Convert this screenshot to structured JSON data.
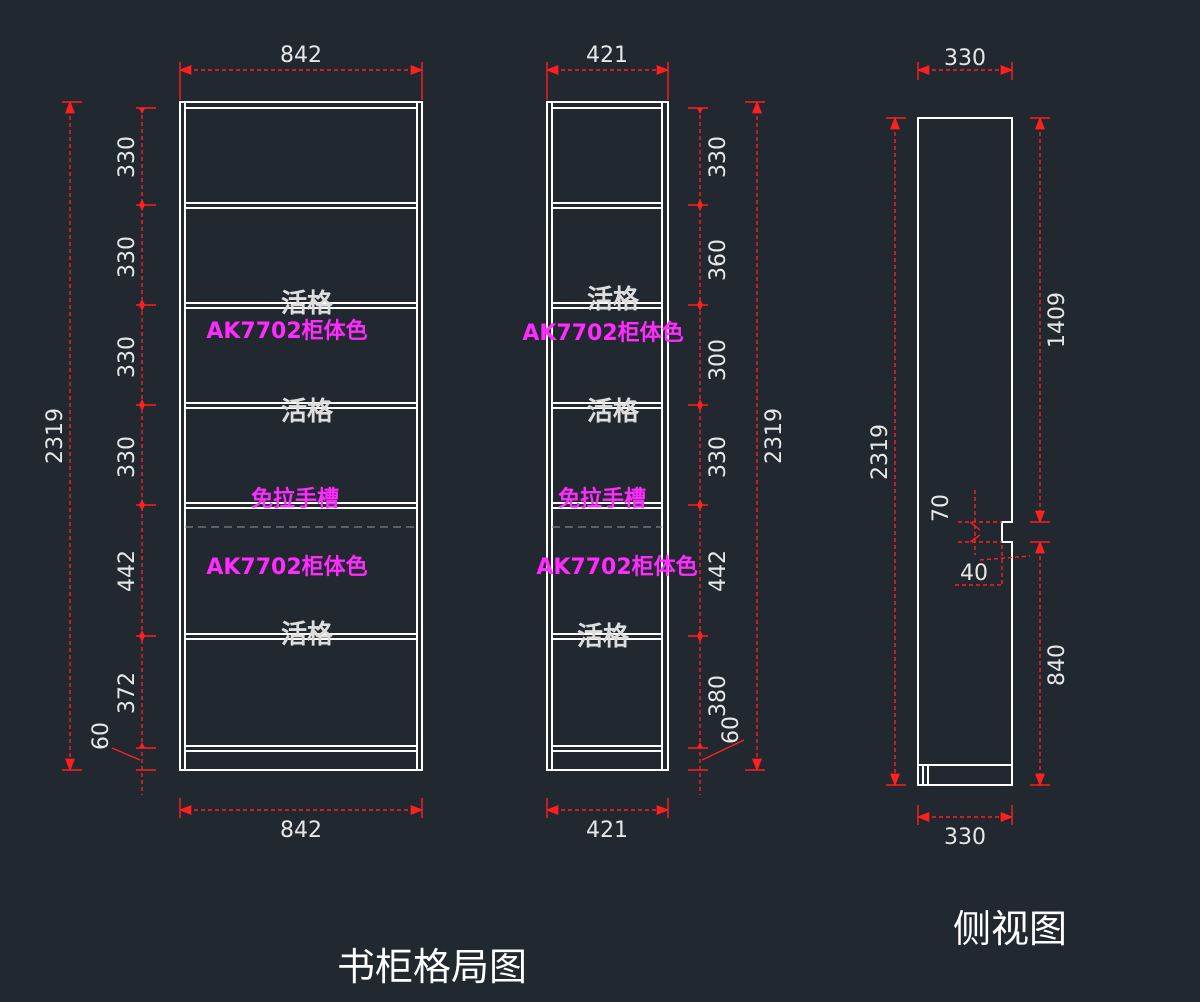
{
  "titles": {
    "layout": "书柜格局图",
    "side": "侧视图"
  },
  "labels": {
    "movable_shelf": "活格",
    "cabinet_color": "AK7702柜体色",
    "handle_groove": "免拉手槽"
  },
  "dimensions": {
    "width_main": "842",
    "width_narrow": "421",
    "depth": "330",
    "height_total": "2319",
    "main_rows": [
      "330",
      "330",
      "330",
      "330",
      "442",
      "372",
      "60"
    ],
    "narrow_rows": [
      "330",
      "360",
      "300",
      "330",
      "442",
      "380",
      "60"
    ],
    "side_upper": "1409",
    "side_lower": "840",
    "groove_height": "70",
    "groove_depth": "40"
  },
  "colors": {
    "background": "#212830",
    "frame": "#ffffff",
    "dimension": "#ff1f1f",
    "annotation": "#ff2bff"
  }
}
